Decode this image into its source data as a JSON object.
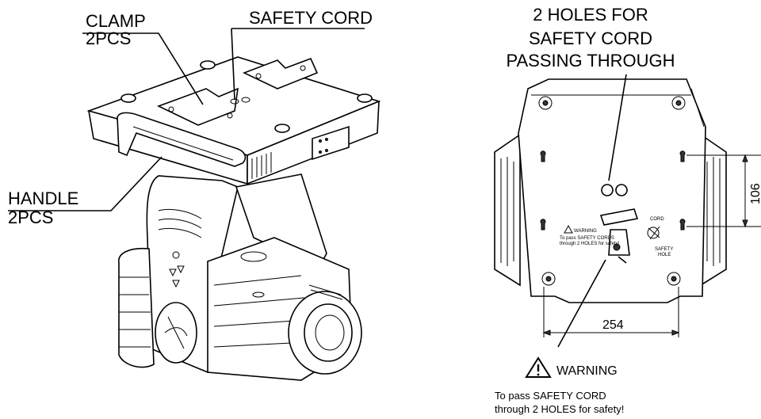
{
  "left_view": {
    "clamp_label": "CLAMP",
    "clamp_qty": "2PCS",
    "safety_cord_label": "SAFETY CORD",
    "handle_label": "HANDLE",
    "handle_qty": "2PCS"
  },
  "right_view": {
    "holes_line1": "2 HOLES FOR",
    "holes_line2": "SAFETY CORD",
    "holes_line3": "PASSING THROUGH",
    "dim_width": "254",
    "dim_height": "106",
    "inner_warning_title": "WARNING",
    "inner_warning_text1": "To pass SAFETY CORDS",
    "inner_warning_text2": "through 2 HOLES for safety!",
    "inner_cord_label": "CORD",
    "inner_safety_label": "SAFETY",
    "inner_hole_label": "HOLE"
  },
  "warning": {
    "title": "WARNING",
    "line1": "To pass  SAFETY CORD",
    "line2": "through 2 HOLES for safety!"
  }
}
